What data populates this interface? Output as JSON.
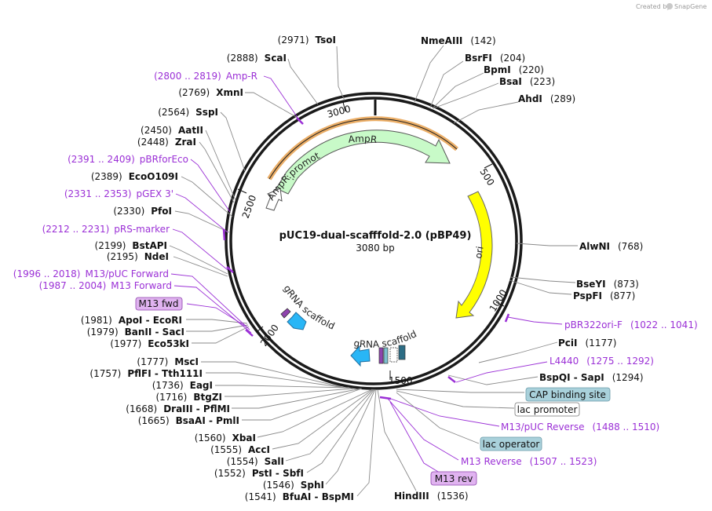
{
  "watermark": {
    "prefix": "Created by",
    "brand": "SnapGene"
  },
  "plasmid": {
    "name": "pUC19-dual-scafffold-2.0 (pBP49)",
    "length_label": "3080 bp"
  },
  "ticks": [
    "500",
    "1000",
    "1500",
    "2000",
    "2500",
    "3000"
  ],
  "features": [
    {
      "name": "AmpR",
      "color": "#c8fac8"
    },
    {
      "name": "AmpR promoter",
      "color": "#ffffff"
    },
    {
      "name": "ori",
      "color": "#ffff00"
    },
    {
      "name": "gRNA scaffold",
      "color": "#29b6f6"
    },
    {
      "name": "gRNA scaffold",
      "color": "#29b6f6"
    }
  ],
  "sites": [
    {
      "pos": "(2971)",
      "name": "TsoI"
    },
    {
      "pos": "(2888)",
      "name": "ScaI"
    },
    {
      "pos": "(2769)",
      "name": "XmnI"
    },
    {
      "pos": "(2564)",
      "name": "SspI"
    },
    {
      "pos": "(2450)",
      "name": "AatII"
    },
    {
      "pos": "(2448)",
      "name": "ZraI"
    },
    {
      "pos": "(2389)",
      "name": "EcoO109I"
    },
    {
      "pos": "(2330)",
      "name": "PfoI"
    },
    {
      "pos": "(2199)",
      "name": "BstAPI"
    },
    {
      "pos": "(2195)",
      "name": "NdeI"
    },
    {
      "pos": "(1981)",
      "name": "ApoI - EcoRI"
    },
    {
      "pos": "(1979)",
      "name": "BanII - SacI"
    },
    {
      "pos": "(1977)",
      "name": "Eco53kI"
    },
    {
      "pos": "(1777)",
      "name": "MscI"
    },
    {
      "pos": "(1757)",
      "name": "PflFI - Tth111I"
    },
    {
      "pos": "(1736)",
      "name": "EagI"
    },
    {
      "pos": "(1716)",
      "name": "BtgZI"
    },
    {
      "pos": "(1668)",
      "name": "DraIII - PflMI"
    },
    {
      "pos": "(1665)",
      "name": "BsaAI - PmlI"
    },
    {
      "pos": "(1560)",
      "name": "XbaI"
    },
    {
      "pos": "(1555)",
      "name": "AccI"
    },
    {
      "pos": "(1554)",
      "name": "SalI"
    },
    {
      "pos": "(1552)",
      "name": "PstI - SbfI"
    },
    {
      "pos": "(1546)",
      "name": "SphI"
    },
    {
      "pos": "(1541)",
      "name": "BfuAI - BspMI"
    },
    {
      "pos": "(142)",
      "name": "NmeAIII"
    },
    {
      "pos": "(204)",
      "name": "BsrFI"
    },
    {
      "pos": "(220)",
      "name": "BpmI"
    },
    {
      "pos": "(223)",
      "name": "BsaI"
    },
    {
      "pos": "(289)",
      "name": "AhdI"
    },
    {
      "pos": "(768)",
      "name": "AlwNI"
    },
    {
      "pos": "(873)",
      "name": "BseYI"
    },
    {
      "pos": "(877)",
      "name": "PspFI"
    },
    {
      "pos": "(1177)",
      "name": "PciI"
    },
    {
      "pos": "(1294)",
      "name": "BspQI - SapI"
    },
    {
      "pos": "(1536)",
      "name": "HindIII"
    }
  ],
  "primers": [
    {
      "range": "(2800 .. 2819)",
      "name": "Amp-R"
    },
    {
      "range": "(2391 .. 2409)",
      "name": "pBRforEco"
    },
    {
      "range": "(2331 .. 2353)",
      "name": "pGEX 3'"
    },
    {
      "range": "(2212 .. 2231)",
      "name": "pRS-marker"
    },
    {
      "range": "(1996 .. 2018)",
      "name": "M13/pUC Forward"
    },
    {
      "range": "(1987 .. 2004)",
      "name": "M13 Forward"
    },
    {
      "range": "(1022 .. 1041)",
      "name": "pBR322ori-F"
    },
    {
      "range": "(1275 .. 1292)",
      "name": "L4440"
    },
    {
      "range": "(1488 .. 1510)",
      "name": "M13/pUC Reverse"
    },
    {
      "range": "(1507 .. 1523)",
      "name": "M13 Reverse"
    }
  ],
  "boxed_features": [
    {
      "name": "M13 fwd",
      "color": "#e0b3f0"
    },
    {
      "name": "CAP binding site",
      "color": "#a9d1db"
    },
    {
      "name": "lac promoter",
      "color": "#ffffff"
    },
    {
      "name": "lac operator",
      "color": "#a9d1db"
    },
    {
      "name": "M13 rev",
      "color": "#e0b3f0"
    }
  ]
}
